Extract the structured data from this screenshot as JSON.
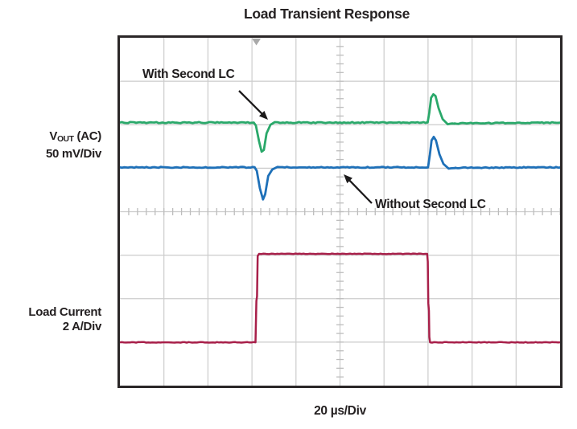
{
  "title": "Load Transient Response",
  "labels": {
    "vout": {
      "v": "V",
      "sub": "OUT",
      "rest": " (AC)",
      "scale": "50 mV/Div"
    },
    "load": {
      "name": "Load Current",
      "scale": "2 A/Div"
    },
    "time": "20 µs/Div"
  },
  "colors": {
    "with_second_lc": "#2aa86a",
    "without_second_lc": "#1e70b8",
    "load_current": "#a8204a",
    "grid": "#cccccc",
    "tick": "#bdbdbd",
    "border": "#2a2627",
    "trigger": "#a9a9a9",
    "text": "#262223"
  },
  "chart_data": {
    "type": "line",
    "title": "Load Transient Response",
    "xlabel": "20 µs/Div",
    "time_per_div_us": 20,
    "total_time_us": 200,
    "grid": {
      "x_divisions": 10,
      "y_divisions": 8,
      "minor_ticks_per_division": 5,
      "grid_on": true
    },
    "trigger_marker_x_div": 3.1,
    "annotations": [
      {
        "label": "With Second LC",
        "target": "green VOUT trace dip"
      },
      {
        "label": "Without Second LC",
        "target": "blue VOUT trace"
      }
    ],
    "load_step": {
      "rise_at_div": 3.1,
      "fall_at_div": 7.0,
      "rise_at_us": 62,
      "fall_at_us": 140,
      "amplitude_divisions": 2,
      "amplitude": "4 A"
    },
    "series": [
      {
        "name": "vout_with_second_lc",
        "label": "With Second LC",
        "scale": "50 mV/Div",
        "color": "#2aa86a",
        "baseline_div": 1.95,
        "dip_mv": -34,
        "overshoot_mv": 32,
        "points_div": [
          [
            0,
            1.95
          ],
          [
            3.04,
            1.95
          ],
          [
            3.09,
            2.02
          ],
          [
            3.16,
            2.38
          ],
          [
            3.22,
            2.62
          ],
          [
            3.27,
            2.58
          ],
          [
            3.33,
            2.2
          ],
          [
            3.42,
            2.0
          ],
          [
            3.52,
            1.94
          ],
          [
            3.7,
            1.95
          ],
          [
            6.99,
            1.95
          ],
          [
            7.03,
            1.72
          ],
          [
            7.07,
            1.38
          ],
          [
            7.12,
            1.3
          ],
          [
            7.17,
            1.34
          ],
          [
            7.24,
            1.62
          ],
          [
            7.33,
            1.87
          ],
          [
            7.45,
            1.99
          ],
          [
            7.6,
            1.97
          ],
          [
            10,
            1.95
          ]
        ]
      },
      {
        "name": "vout_without_second_lc",
        "label": "Without Second LC",
        "scale": "50 mV/Div",
        "color": "#1e70b8",
        "baseline_div": 2.98,
        "dip_mv": -37,
        "overshoot_mv": 35,
        "points_div": [
          [
            0,
            2.98
          ],
          [
            3.06,
            2.98
          ],
          [
            3.11,
            3.06
          ],
          [
            3.18,
            3.46
          ],
          [
            3.25,
            3.72
          ],
          [
            3.3,
            3.6
          ],
          [
            3.37,
            3.18
          ],
          [
            3.46,
            3.03
          ],
          [
            3.58,
            2.97
          ],
          [
            3.75,
            2.98
          ],
          [
            7.0,
            2.98
          ],
          [
            7.04,
            2.7
          ],
          [
            7.08,
            2.36
          ],
          [
            7.13,
            2.28
          ],
          [
            7.18,
            2.36
          ],
          [
            7.26,
            2.68
          ],
          [
            7.35,
            2.9
          ],
          [
            7.47,
            3.01
          ],
          [
            7.62,
            2.99
          ],
          [
            10,
            2.98
          ]
        ]
      },
      {
        "name": "load_current",
        "label": "Load Current",
        "scale": "2 A/Div",
        "color": "#a8204a",
        "low_level_div": 7.005,
        "high_level_div": 4.97,
        "points_div": [
          [
            0,
            7.005
          ],
          [
            3.08,
            7.005
          ],
          [
            3.095,
            6.3
          ],
          [
            3.1,
            6.05
          ],
          [
            3.115,
            5.95
          ],
          [
            3.13,
            5.02
          ],
          [
            3.16,
            4.97
          ],
          [
            6.98,
            4.97
          ],
          [
            6.995,
            5.15
          ],
          [
            7.005,
            6.1
          ],
          [
            7.02,
            6.28
          ],
          [
            7.03,
            6.88
          ],
          [
            7.045,
            7.005
          ],
          [
            10,
            7.005
          ]
        ]
      }
    ]
  }
}
